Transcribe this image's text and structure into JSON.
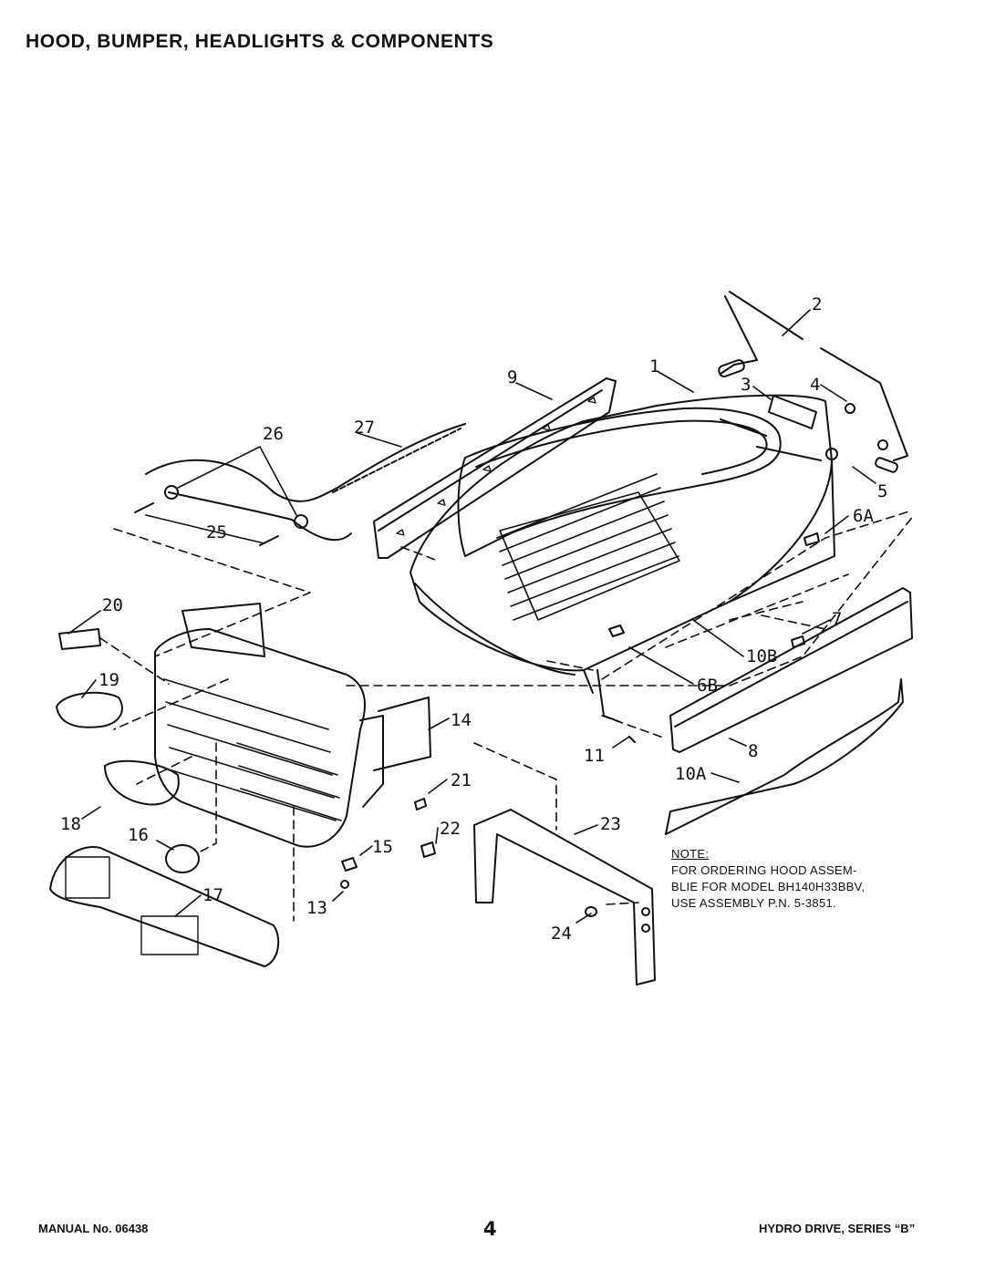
{
  "title": "HOOD, BUMPER, HEADLIGHTS & COMPONENTS",
  "callouts": [
    "1",
    "2",
    "3",
    "4",
    "5",
    "6A",
    "6B",
    "7",
    "8",
    "9",
    "10A",
    "10B",
    "11",
    "13",
    "14",
    "15",
    "16",
    "17",
    "18",
    "19",
    "20",
    "21",
    "22",
    "23",
    "24",
    "25",
    "26",
    "27"
  ],
  "note": {
    "heading": "NOTE:",
    "lines": [
      "FOR ORDERING HOOD ASSEM-",
      "BLIE FOR MODEL BH140H33BBV,",
      "USE ASSEMBLY P.N. 5-3851."
    ]
  },
  "footer": {
    "manual": "MANUAL No. 06438",
    "page": "4",
    "series": "HYDRO DRIVE, SERIES “B”"
  }
}
